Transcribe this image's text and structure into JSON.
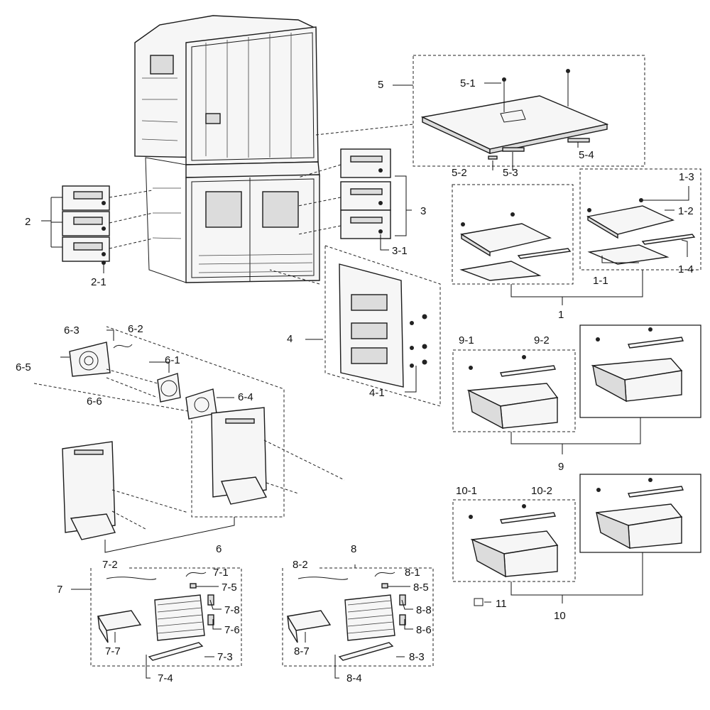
{
  "labels": {
    "p1": "1",
    "p1_1": "1-1",
    "p1_2": "1-2",
    "p1_3": "1-3",
    "p1_4": "1-4",
    "p2": "2",
    "p2_1": "2-1",
    "p3": "3",
    "p3_1": "3-1",
    "p4": "4",
    "p4_1": "4-1",
    "p5": "5",
    "p5_1": "5-1",
    "p5_2": "5-2",
    "p5_3": "5-3",
    "p5_4": "5-4",
    "p6": "6",
    "p6_1": "6-1",
    "p6_2": "6-2",
    "p6_3": "6-3",
    "p6_4": "6-4",
    "p6_5": "6-5",
    "p6_6": "6-6",
    "p7": "7",
    "p7_1": "7-1",
    "p7_2": "7-2",
    "p7_3": "7-3",
    "p7_4": "7-4",
    "p7_5": "7-5",
    "p7_6": "7-6",
    "p7_7": "7-7",
    "p7_8": "7-8",
    "p8": "8",
    "p8_1": "8-1",
    "p8_2": "8-2",
    "p8_3": "8-3",
    "p8_4": "8-4",
    "p8_5": "8-5",
    "p8_6": "8-6",
    "p8_7": "8-7",
    "p8_8": "8-8",
    "p9": "9",
    "p9_1": "9-1",
    "p9_2": "9-2",
    "p10": "10",
    "p10_1": "10-1",
    "p10_2": "10-2",
    "p11": "11"
  }
}
